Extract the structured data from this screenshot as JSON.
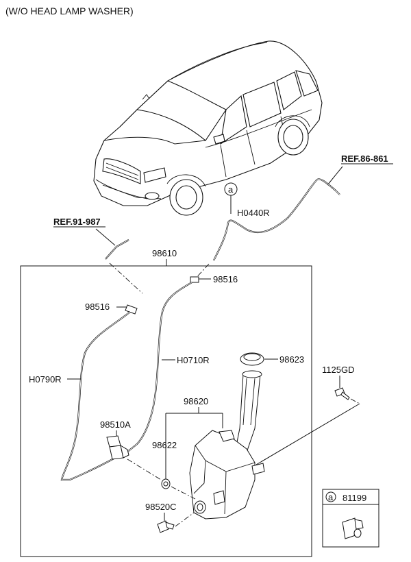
{
  "diagram": {
    "title": "(W/O HEAD LAMP WASHER)",
    "references": [
      {
        "id": "ref-86-861",
        "text": "REF.86-861"
      },
      {
        "id": "ref-91-987",
        "text": "REF.91-987"
      }
    ],
    "parts": [
      {
        "id": "98610",
        "text": "98610"
      },
      {
        "id": "98516-right",
        "text": "98516"
      },
      {
        "id": "98516-left",
        "text": "98516"
      },
      {
        "id": "h0440r",
        "text": "H0440R"
      },
      {
        "id": "h0710r",
        "text": "H0710R"
      },
      {
        "id": "h0790r",
        "text": "H0790R"
      },
      {
        "id": "98623",
        "text": "98623"
      },
      {
        "id": "1125gd",
        "text": "1125GD"
      },
      {
        "id": "98620",
        "text": "98620"
      },
      {
        "id": "98510a",
        "text": "98510A"
      },
      {
        "id": "98622",
        "text": "98622"
      },
      {
        "id": "98520c",
        "text": "98520C"
      }
    ],
    "callout": {
      "marker": "a",
      "legend_marker": "a",
      "legend_part": "81199"
    }
  }
}
